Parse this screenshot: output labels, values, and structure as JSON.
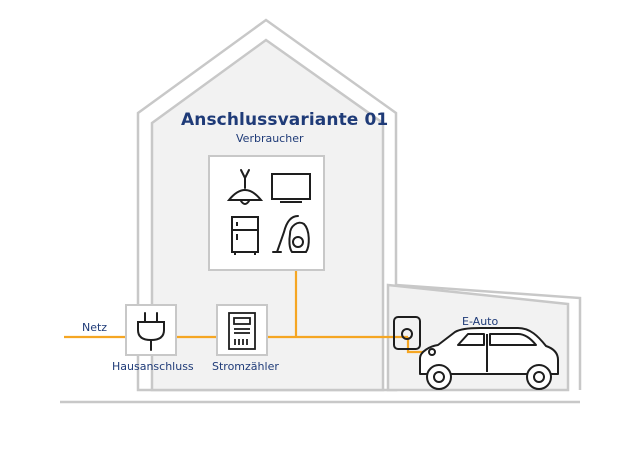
{
  "diagram": {
    "title": "Anschlussvariante 01",
    "subtitle": "Verbraucher",
    "labels": {
      "netz": "Netz",
      "hausanschluss": "Hausanschluss",
      "stromzaehler": "Stromzähler",
      "eauto": "E-Auto"
    },
    "colors": {
      "house_fill": "#f2f2f2",
      "house_outline": "#c8c8c8",
      "line": "#f5a623",
      "icon": "#1e1e1e",
      "text": "#1f3b78",
      "box_fill": "#ffffff"
    },
    "icons": [
      "lamp-icon",
      "tv-icon",
      "fridge-icon",
      "vacuum-icon",
      "plug-icon",
      "meter-icon",
      "wallbox-icon",
      "car-icon"
    ]
  }
}
